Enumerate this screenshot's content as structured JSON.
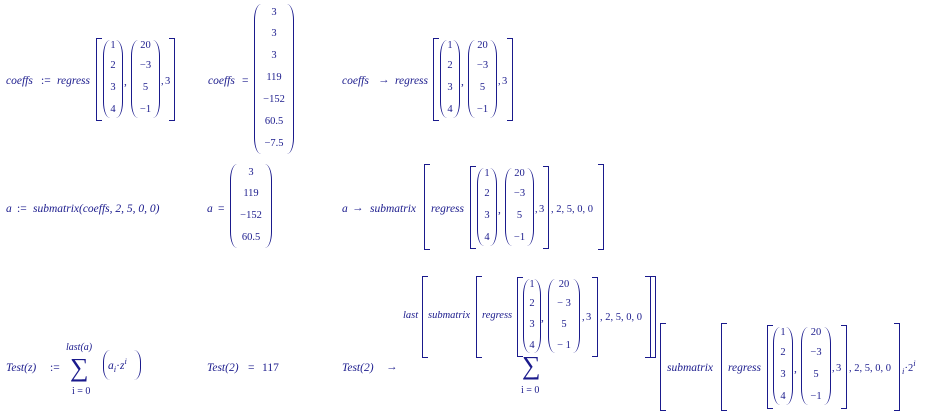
{
  "row1": {
    "def_lhs": "coeffs",
    "assign": ":=",
    "fn": "regress",
    "x_vec": [
      "1",
      "2",
      "3",
      "4"
    ],
    "y_vec": [
      "20",
      "−3",
      "5",
      "−1"
    ],
    "degree": "3",
    "comma": ",",
    "eval_lhs": "coeffs",
    "equals": "=",
    "result": [
      "3",
      "3",
      "3",
      "119",
      "−152",
      "60.5",
      "−7.5"
    ],
    "sym_lhs": "coeffs",
    "arrow": "→"
  },
  "row2": {
    "def_lhs": "a",
    "assign": ":=",
    "def_rhs": "submatrix(coeffs, 2, 5, 0, 0)",
    "eval_lhs": "a",
    "equals": "=",
    "result": [
      "3",
      "119",
      "−152",
      "60.5"
    ],
    "sym_lhs": "a",
    "arrow": "→",
    "fn_submatrix": "submatrix",
    "fn_regress": "regress",
    "x_vec": [
      "1",
      "2",
      "3",
      "4"
    ],
    "y_vec": [
      "20",
      "−3",
      "5",
      "−1"
    ],
    "degree": "3",
    "args_tail": ", 2, 5, 0, 0"
  },
  "row3": {
    "def_lhs": "Test(z)",
    "assign": ":=",
    "upper": "last(a)",
    "lower": "i = 0",
    "sigma": "∑",
    "body_a": "a",
    "body_i": "i",
    "body_dot": "·",
    "body_z": "z",
    "body_exp": "i",
    "eval_lhs": "Test(2)",
    "equals": "=",
    "eval_result": "117",
    "sym_lhs": "Test(2)",
    "arrow": "→",
    "upper_last": "last",
    "fn_submatrix": "submatrix",
    "fn_regress": "regress",
    "x_vec": [
      "1",
      "2",
      "3",
      "4"
    ],
    "y_vec_upper": [
      "20",
      "− 3",
      "5",
      "− 1"
    ],
    "y_vec_body": [
      "20",
      "−3",
      "5",
      "−1"
    ],
    "degree": "3",
    "args_tail": ", 2, 5, 0, 0",
    "body_sub_i": "i",
    "body_two": "2",
    "body_exp_i": "i"
  }
}
